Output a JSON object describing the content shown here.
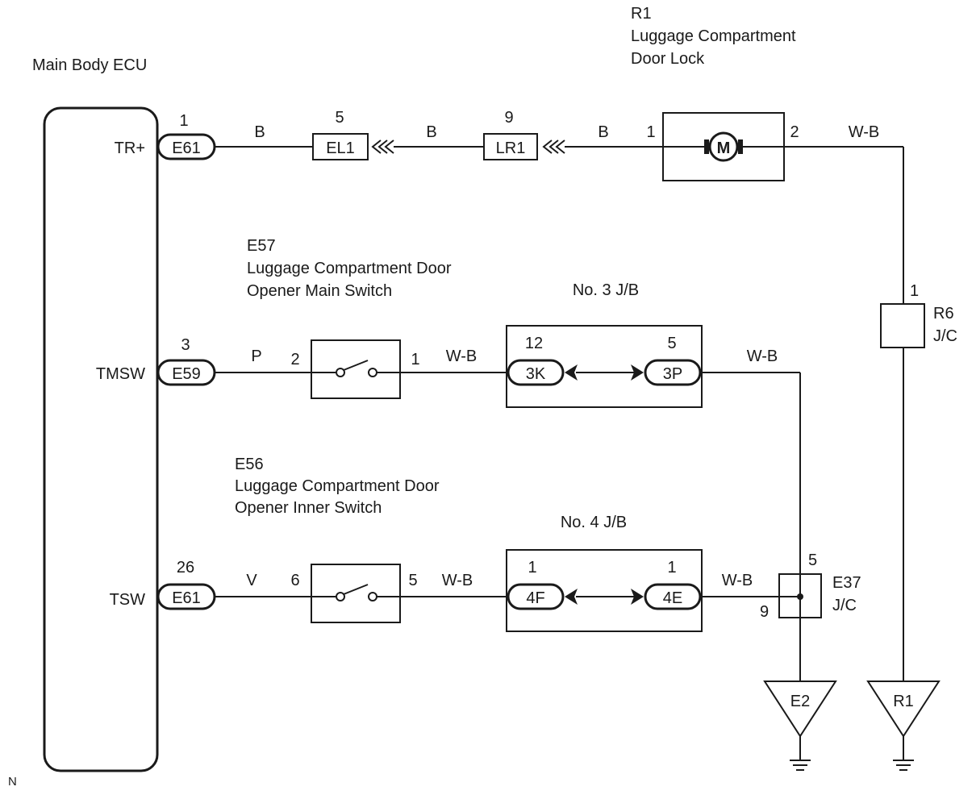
{
  "ecu": {
    "title": "Main Body ECU",
    "terminals": [
      "TR+",
      "TMSW",
      "TSW"
    ]
  },
  "circuit_tr": {
    "ecu_pin": "1",
    "ecu_connector": "E61",
    "wire1": "B",
    "el_pin": "5",
    "el_connector": "EL1",
    "wire2": "B",
    "lr_pin": "9",
    "lr_connector": "LR1",
    "wire3": "B",
    "motor_pin_in": "1",
    "motor_symbol": "M",
    "motor_pin_out": "2",
    "wire_out": "W-B",
    "component_code": "R1",
    "component_name_line1": "Luggage Compartment",
    "component_name_line2": "Door Lock"
  },
  "circuit_tmsw": {
    "ecu_pin": "3",
    "ecu_connector": "E59",
    "wire1": "P",
    "switch_pin_in": "2",
    "switch_pin_out": "1",
    "wire2": "W-B",
    "switch_code": "E57",
    "switch_name_line1": "Luggage Compartment Door",
    "switch_name_line2": "Opener Main Switch",
    "jb_title": "No. 3 J/B",
    "jb_pin_left": "12",
    "jb_conn_left": "3K",
    "jb_pin_right": "5",
    "jb_conn_right": "3P",
    "wire_out": "W-B"
  },
  "circuit_tsw": {
    "ecu_pin": "26",
    "ecu_connector": "E61",
    "wire1": "V",
    "switch_pin_in": "6",
    "switch_pin_out": "5",
    "wire2": "W-B",
    "switch_code": "E56",
    "switch_name_line1": "Luggage Compartment Door",
    "switch_name_line2": "Opener Inner Switch",
    "jb_title": "No. 4 J/B",
    "jb_pin_left": "1",
    "jb_conn_left": "4F",
    "jb_pin_right": "1",
    "jb_conn_right": "4E",
    "wire_out": "W-B"
  },
  "junctions": {
    "r6_pin": "1",
    "r6_code": "R6",
    "r6_type": "J/C",
    "e37_pin_top": "5",
    "e37_pin_left": "9",
    "e37_code": "E37",
    "e37_type": "J/C"
  },
  "grounds": {
    "e2": "E2",
    "r1": "R1"
  },
  "footer_mark": "N"
}
